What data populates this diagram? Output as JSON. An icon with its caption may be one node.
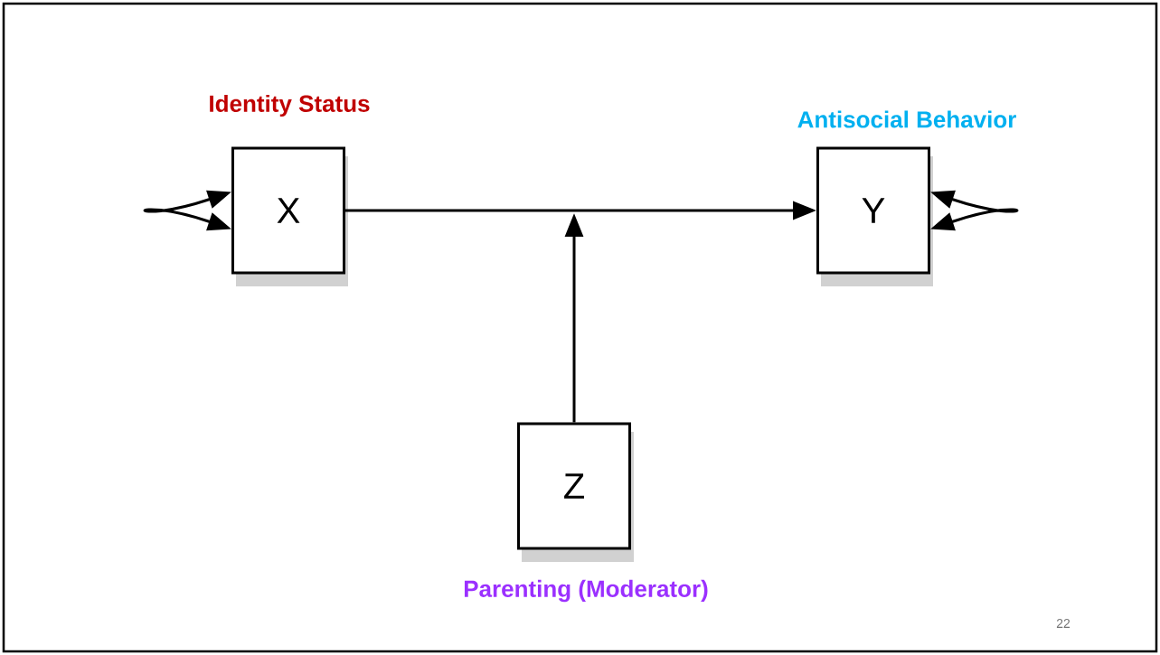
{
  "diagram": {
    "nodes": [
      {
        "text": [
          "X"
        ],
        "beside": [
          "Identity  Status"
        ]
      },
      {
        "text": [
          "Y"
        ],
        "beside": [
          "Antisocial Behavior"
        ]
      },
      {
        "text": [
          "Z"
        ],
        "beside": [
          "Parenting (Moderator)"
        ]
      }
    ],
    "edges": [
      {
        "from": 0,
        "to": 0,
        "arrow": "both"
      },
      {
        "from": 1,
        "to": 1,
        "arrow": "both"
      },
      {
        "from": 0,
        "to": 1,
        "arrow": "to"
      },
      {
        "from": 2,
        "to": null,
        "arrow": "to"
      }
    ],
    "labels": [
      "22"
    ]
  }
}
